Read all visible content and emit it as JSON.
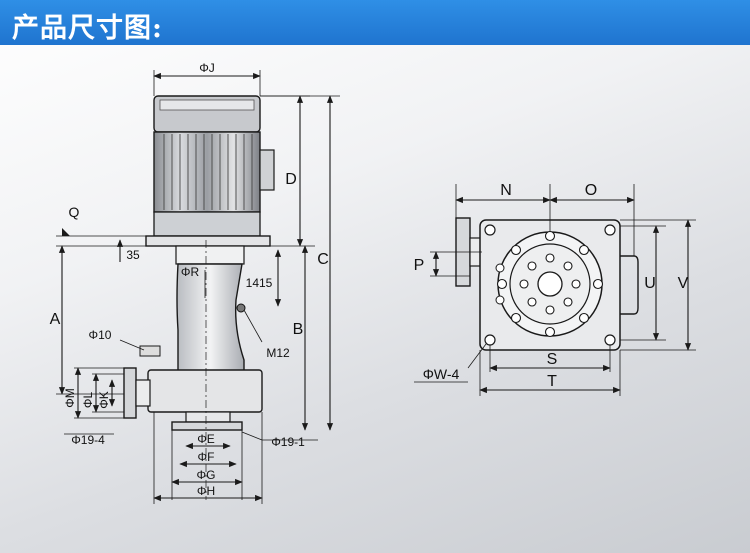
{
  "header": {
    "title": "产品尺寸图",
    "colon": ":"
  },
  "side_view": {
    "labels": {
      "phi_j": "ΦJ",
      "d": "D",
      "c": "C",
      "q": "Q",
      "dim_35": "35",
      "phi_r": "ΦR",
      "dim_1415": "1415",
      "a": "A",
      "b": "B",
      "phi_10": "Φ10",
      "m12": "M12",
      "phi_m": "ΦM",
      "phi_l": "ΦL",
      "phi_k": "ΦK",
      "phi_19_4": "Φ19-4",
      "phi_19_1": "Φ19-1",
      "phi_e": "ΦE",
      "phi_f": "ΦF",
      "phi_g": "ΦG",
      "phi_h": "ΦH"
    }
  },
  "top_view": {
    "labels": {
      "n": "N",
      "o": "O",
      "p": "P",
      "u": "U",
      "v": "V",
      "s": "S",
      "t": "T",
      "phi_w_4": "ΦW-4"
    }
  }
}
